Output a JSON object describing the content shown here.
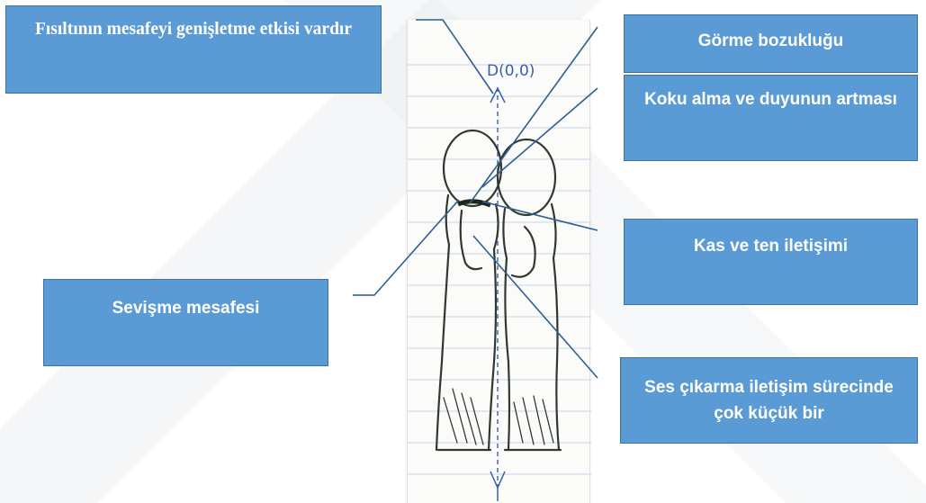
{
  "sketch": {
    "top_label": "D(0,0)"
  },
  "callouts": {
    "whisper": "Fısıltının mesafeyi genişletme etkisi vardır",
    "vision": "Görme bozukluğu",
    "smell_hearing": "Koku alma ve duyunun artması",
    "touch": "Kas ve ten iletişimi",
    "love_distance": "Sevişme mesafesi",
    "sound": "Ses çıkarma iletişim sürecinde çok küçük bir"
  },
  "colors": {
    "callout_fill": "#5b9bd5",
    "callout_border": "#41719c",
    "leader_line": "#2e5f8f",
    "pencil": "#2f3a2f",
    "ink_blue": "#3a5fb0",
    "paper_rule": "#c9d3e6"
  }
}
